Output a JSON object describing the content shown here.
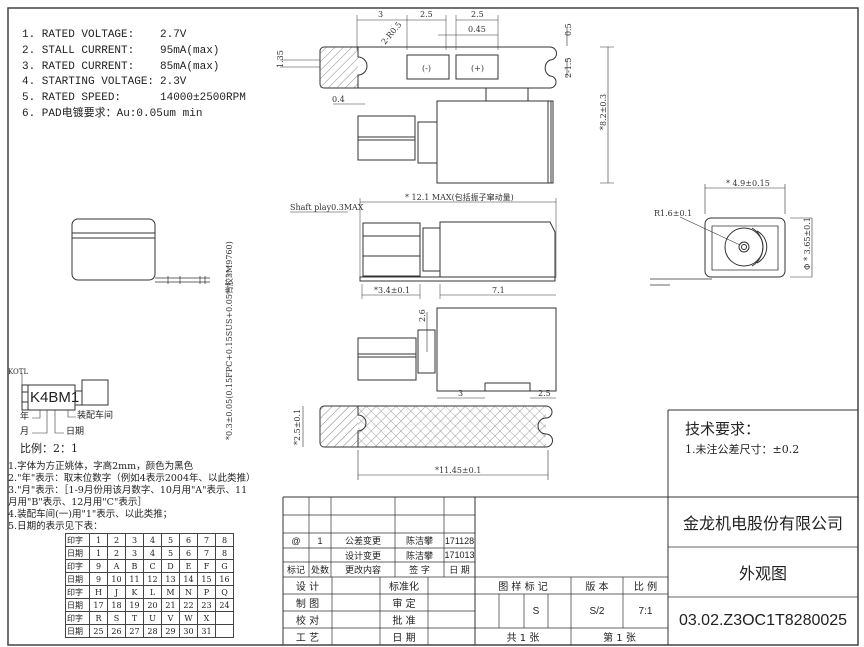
{
  "specs": [
    {
      "label": "1. RATED VOLTAGE:",
      "value": "2.7V"
    },
    {
      "label": "2. STALL CURRENT:",
      "value": "95mA(max)"
    },
    {
      "label": "3. RATED CURRENT:",
      "value": "85mA(max)"
    },
    {
      "label": "4. STARTING VOLTAGE:",
      "value": "2.3V"
    },
    {
      "label": "5. RATED SPEED:",
      "value": "14000±2500RPM"
    },
    {
      "label": "6. PAD电镀要求：Au:0.05um min",
      "value": ""
    }
  ],
  "dims": {
    "d3": "3",
    "d25a": "2.5",
    "d25b": "2.5",
    "d045": "0.45",
    "d05": "0.5",
    "d215": "2-1.5",
    "d135": "1.35",
    "dr": "2-R0.5",
    "d04": "0.4",
    "d82": "*8.2±0.3",
    "d121": "* 12.1 MAX(包括振子窜动量)",
    "shaft": "Shaft play0.3MAX",
    "d34": "*3.4±0.1",
    "d71": "7.1",
    "d49": "* 4.9±0.15",
    "d365": "Φ * 3.65±0.1",
    "r16": "R1.6±0.1",
    "d26": "2.6",
    "d3b": "3",
    "d25c": "2.5",
    "d25v": "*2.5±0.1",
    "d1145": "*11.45±0.1",
    "fpc": "*0.3±0.05(0.15FPC+0.15SUS+0.05背胶3M9760)",
    "pad_neg": "(-)",
    "pad_pos": "(+)"
  },
  "marking": {
    "brand": "KOTL",
    "code": "K4BM1",
    "year": "年",
    "month": "月",
    "workshop": "装配车间",
    "day": "日期",
    "scale": "比例：2：1"
  },
  "notes": [
    "1.字体为方正姚体，字高2mm，颜色为黑色",
    "2.\"年\"表示：取末位数字（例如4表示2004年、以此类推）",
    "3.\"月\"表示：［1-9月份用该月数字、10月用\"A\"表示、11",
    "月用\"B\"表示、12月用\"C\"表示］",
    "4.装配车间(一)用\"1\"表示、以此类推；",
    "5.日期的表示见下表："
  ],
  "date_table": [
    [
      "印字",
      "1",
      "2",
      "3",
      "4",
      "5",
      "6",
      "7",
      "8"
    ],
    [
      "日期",
      "1",
      "2",
      "3",
      "4",
      "5",
      "6",
      "7",
      "8"
    ],
    [
      "印字",
      "9",
      "A",
      "B",
      "C",
      "D",
      "E",
      "F",
      "G"
    ],
    [
      "日期",
      "9",
      "10",
      "11",
      "12",
      "13",
      "14",
      "15",
      "16"
    ],
    [
      "印字",
      "H",
      "J",
      "K",
      "L",
      "M",
      "N",
      "P",
      "Q"
    ],
    [
      "日期",
      "17",
      "18",
      "19",
      "20",
      "21",
      "22",
      "23",
      "24"
    ],
    [
      "印字",
      "R",
      "S",
      "T",
      "U",
      "V",
      "W",
      "X",
      ""
    ],
    [
      "日期",
      "25",
      "26",
      "27",
      "28",
      "29",
      "30",
      "31",
      ""
    ]
  ],
  "tech": {
    "title": "技术要求：",
    "item": "1.未注公差尺寸：±0.2"
  },
  "title_block": {
    "rev_rows": [
      [
        "@",
        "1",
        "公差变更",
        "陈洁攀",
        "171128"
      ],
      [
        "",
        "",
        "设计变更",
        "陈洁攀",
        "171013"
      ],
      [
        "标记",
        "处数",
        "更改内容",
        "签 字",
        "日 期"
      ]
    ],
    "sign": [
      "设 计",
      "制 图",
      "校 对",
      "工 艺"
    ],
    "sign2": [
      "标准化",
      "审 定",
      "批 准",
      "日 期"
    ],
    "drawing_mark": "图 样 标 记",
    "mark_value": "S",
    "version_label": "版 本",
    "version": "S/2",
    "scale_label": "比 例",
    "scale": "7:1",
    "total": "共 1 张",
    "sheet": "第 1 张",
    "company": "金龙机电股份有限公司",
    "drawing_name": "外观图",
    "drawing_no": "03.02.Z3OC1T8280025"
  }
}
